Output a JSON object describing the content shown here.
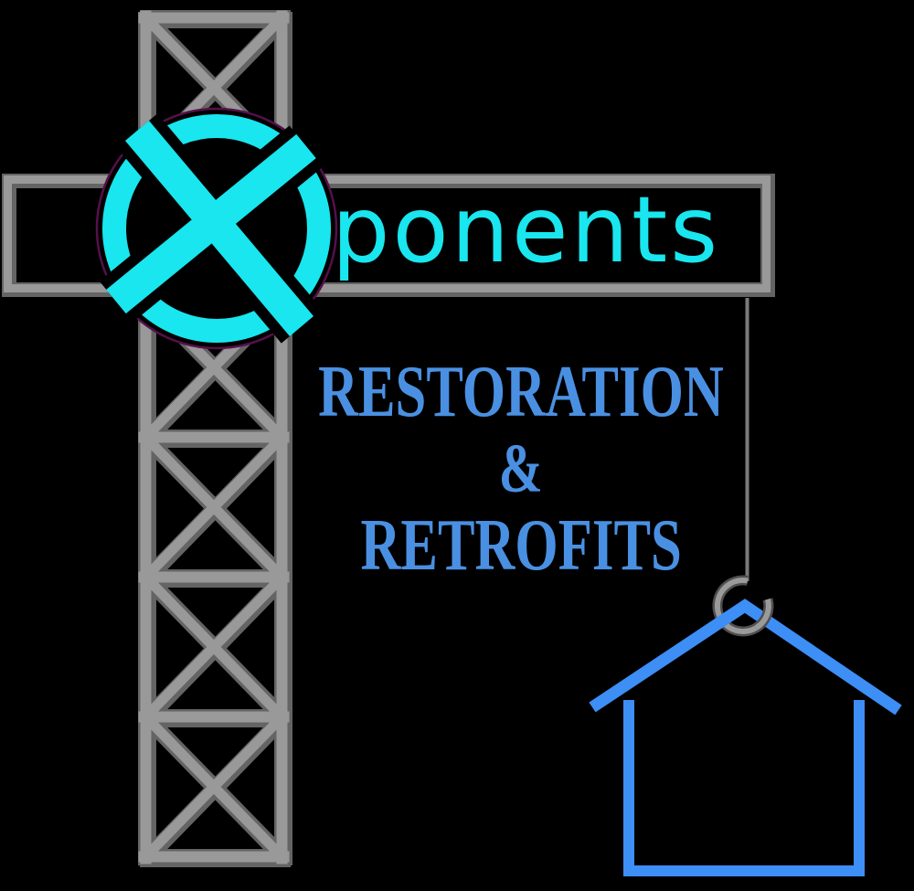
{
  "brand": {
    "name": "Xponents",
    "emblem_letter": "X",
    "suffix": "ponents"
  },
  "tagline": {
    "line1": "RESTORATION",
    "ampersand": "&",
    "line2": "RETROFITS"
  },
  "icons": {
    "emblem": "x-circle-monogram-icon",
    "crane": "tower-crane-truss-icon",
    "hook": "crane-hook-ring-icon",
    "house": "house-outline-icon"
  },
  "colors": {
    "bg": "#000000",
    "cyan": "#19e6ee",
    "tagline-blue": "#4a90e2",
    "house-blue": "#3d8ef5",
    "truss-dark": "#646464",
    "truss-light": "#999999",
    "cable": "#7a7a7a",
    "disk-rim": "#55104a"
  }
}
